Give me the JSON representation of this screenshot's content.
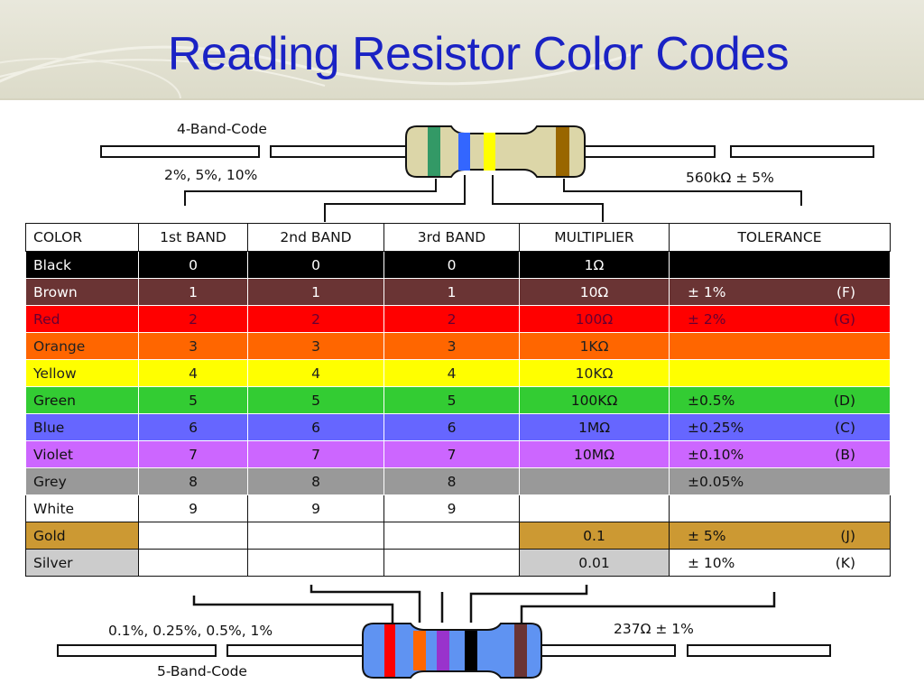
{
  "title": "Reading Resistor Color Codes",
  "four_band": {
    "label": "4-Band-Code",
    "tolerance_note": "2%, 5%, 10%",
    "example_value": "560kΩ ± 5%"
  },
  "five_band": {
    "label": "5-Band-Code",
    "tolerance_note": "0.1%, 0.25%, 0.5%, 1%",
    "example_value": "237Ω ± 1%"
  },
  "table": {
    "headers": [
      "COLOR",
      "1st BAND",
      "2nd BAND",
      "3rd BAND",
      "MULTIPLIER",
      "TOLERANCE"
    ],
    "rows": [
      {
        "color": "Black",
        "b1": "0",
        "b2": "0",
        "b3": "0",
        "mult": "1Ω",
        "tol": "",
        "code": ""
      },
      {
        "color": "Brown",
        "b1": "1",
        "b2": "1",
        "b3": "1",
        "mult": "10Ω",
        "tol": "±   1%",
        "code": "(F)"
      },
      {
        "color": "Red",
        "b1": "2",
        "b2": "2",
        "b3": "2",
        "mult": "100Ω",
        "tol": "±   2%",
        "code": "(G)"
      },
      {
        "color": "Orange",
        "b1": "3",
        "b2": "3",
        "b3": "3",
        "mult": "1KΩ",
        "tol": "",
        "code": ""
      },
      {
        "color": "Yellow",
        "b1": "4",
        "b2": "4",
        "b3": "4",
        "mult": "10KΩ",
        "tol": "",
        "code": ""
      },
      {
        "color": "Green",
        "b1": "5",
        "b2": "5",
        "b3": "5",
        "mult": "100KΩ",
        "tol": "±0.5%",
        "code": "(D)"
      },
      {
        "color": "Blue",
        "b1": "6",
        "b2": "6",
        "b3": "6",
        "mult": "1MΩ",
        "tol": "±0.25%",
        "code": "(C)"
      },
      {
        "color": "Violet",
        "b1": "7",
        "b2": "7",
        "b3": "7",
        "mult": "10MΩ",
        "tol": "±0.10%",
        "code": "(B)"
      },
      {
        "color": "Grey",
        "b1": "8",
        "b2": "8",
        "b3": "8",
        "mult": "",
        "tol": "±0.05%",
        "code": ""
      },
      {
        "color": "White",
        "b1": "9",
        "b2": "9",
        "b3": "9",
        "mult": "",
        "tol": "",
        "code": ""
      },
      {
        "color": "Gold",
        "b1": "",
        "b2": "",
        "b3": "",
        "mult": "0.1",
        "tol": "±   5%",
        "code": "(J)"
      },
      {
        "color": "Silver",
        "b1": "",
        "b2": "",
        "b3": "",
        "mult": "0.01",
        "tol": "±  10%",
        "code": "(K)"
      }
    ]
  },
  "colors": {
    "title": "#1a22c4",
    "black": "#000000",
    "brown": "#6a3434",
    "red": "#ff0000",
    "orange": "#ff6600",
    "yellow": "#ffff00",
    "green": "#33cc33",
    "blue": "#6666ff",
    "violet": "#cc66ff",
    "grey": "#999999",
    "white": "#ffffff",
    "gold": "#cc9933",
    "silver": "#cccccc"
  }
}
